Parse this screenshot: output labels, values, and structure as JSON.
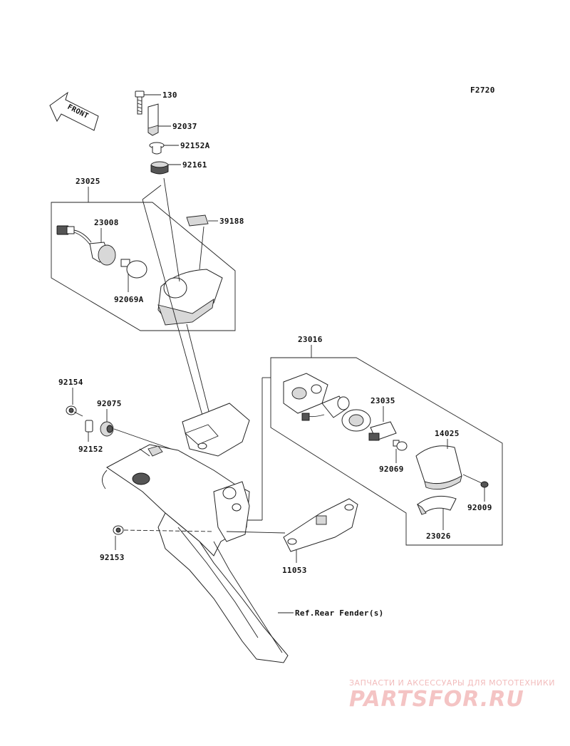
{
  "figure_code": "F2720",
  "front_arrow": "FRONT",
  "labels": {
    "p130": "130",
    "p92037": "92037",
    "p92152A": "92152A",
    "p92161": "92161",
    "p23025": "23025",
    "p23008": "23008",
    "p39188": "39188",
    "p92069A": "92069A",
    "p23016": "23016",
    "p92154": "92154",
    "p92075": "92075",
    "p92152": "92152",
    "p23035": "23035",
    "p14025": "14025",
    "p92069": "92069",
    "p92009": "92009",
    "p23026": "23026",
    "p92153": "92153",
    "p11053": "11053",
    "ref_fender": "Ref.Rear Fender(s)"
  },
  "watermark": {
    "subtitle": "ЗАПЧАСТИ И АКСЕССУАРЫ ДЛЯ МОТОТЕХНИКИ",
    "logo": "PARTSFOR.RU",
    "color": "#f4c4c4"
  }
}
